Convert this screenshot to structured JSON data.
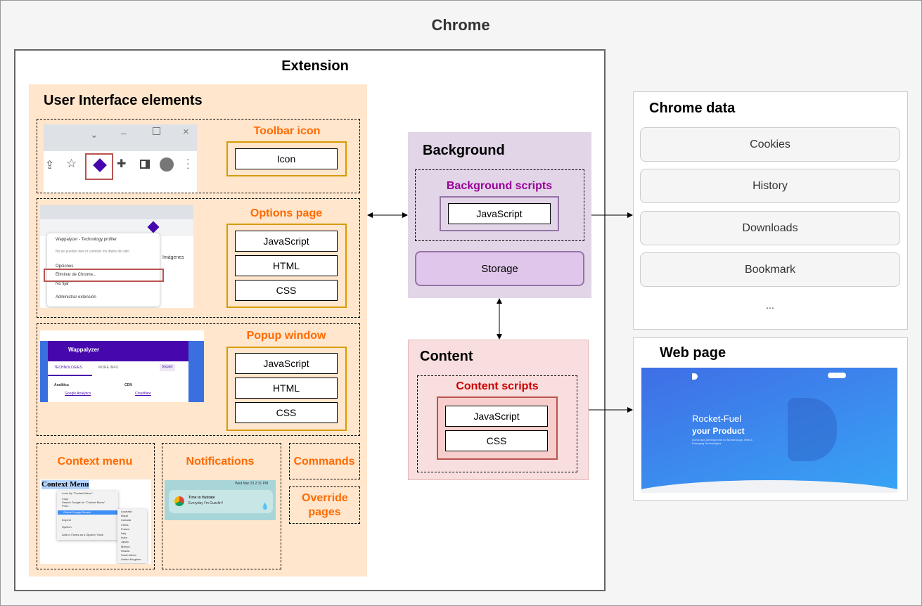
{
  "chrome": {
    "title": "Chrome"
  },
  "extension": {
    "title": "Extension"
  },
  "ui": {
    "title": "User Interface elements",
    "toolbar": {
      "title": "Toolbar icon",
      "items": [
        "Icon"
      ]
    },
    "options": {
      "title": "Options page",
      "items": [
        "JavaScript",
        "HTML",
        "CSS"
      ],
      "shot": {
        "menu_title": "Wappalyzer - Technology profiler",
        "menu_note": "No se pueden leer ni cambiar los datos del sitio",
        "items": [
          "Opciones",
          "Eliminar de Chrome...",
          "No fijar",
          "Administrar extensión"
        ],
        "side_text": "Imágenes"
      }
    },
    "popup": {
      "title": "Popup window",
      "items": [
        "JavaScript",
        "HTML",
        "CSS"
      ],
      "shot": {
        "brand": "Wappalyzer",
        "tab1": "TECHNOLOGIES",
        "tab2": "MORE INFO",
        "export": "Export",
        "cat1": "Analitica",
        "cat2": "CDN",
        "tech1": "Google Analytics",
        "tech2": "Cloudflare"
      }
    },
    "context_menu": {
      "title": "Context menu",
      "shot": {
        "heading": "Context Menu",
        "items": [
          "Look Up \"Context Menu\"",
          "Copy",
          "Search Google for \"Context Menu\"",
          "Print...",
          "Global Google Search",
          "Inspect",
          "Speech",
          "Add to iTunes as a Spoken Track"
        ],
        "submenu": [
          "Australia",
          "Brazil",
          "Canada",
          "China",
          "France",
          "Italy",
          "India",
          "Japan",
          "Mexico",
          "Russia",
          "South Africa",
          "United Kingdom"
        ]
      }
    },
    "notifications": {
      "title": "Notifications",
      "shot": {
        "clock": "Wed Mar 23  2:31 PM",
        "title": "Time to Hydrate",
        "body": "Everyday I'm Guzzlin'!"
      }
    },
    "commands": {
      "title": "Commands"
    },
    "override": {
      "title": "Override pages"
    }
  },
  "background": {
    "title": "Background",
    "scripts_title": "Background scripts",
    "scripts": [
      "JavaScript"
    ],
    "storage": "Storage"
  },
  "content": {
    "title": "Content",
    "scripts_title": "Content scripts",
    "scripts": [
      "JavaScript",
      "CSS"
    ]
  },
  "chrome_data": {
    "title": "Chrome data",
    "items": [
      "Cookies",
      "History",
      "Downloads",
      "Bookmark"
    ],
    "more": "..."
  },
  "web_page": {
    "title": "Web page",
    "shot": {
      "headline1": "Rocket-Fuel",
      "headline2": "your Product",
      "sub": "UX/UI and Development for Mobile Apps, Web & Emerging Technologies"
    }
  },
  "colors": {
    "ui_bg": "#ffe6cc",
    "accent_orange": "#ff6a00",
    "background_bg": "#e1d5e7",
    "background_accent": "#990099",
    "content_bg": "#f8dede",
    "content_accent": "#cc0000"
  }
}
